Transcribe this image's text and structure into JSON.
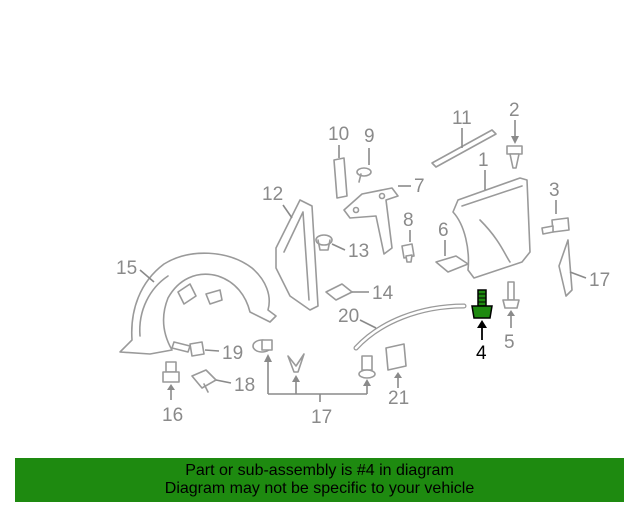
{
  "labels": {
    "p1": "1",
    "p2": "2",
    "p3": "3",
    "p4": "4",
    "p5": "5",
    "p6": "6",
    "p7": "7",
    "p8": "8",
    "p9": "9",
    "p10": "10",
    "p11": "11",
    "p12": "12",
    "p13": "13",
    "p14": "14",
    "p15": "15",
    "p16": "16",
    "p17a": "17",
    "p17b": "17",
    "p18": "18",
    "p19": "19",
    "p20": "20",
    "p21": "21"
  },
  "highlight": {
    "part": "4",
    "color": "#1e8a10"
  },
  "banner": {
    "line1": "Part or sub-assembly is #4 in diagram",
    "line2": "Diagram may not be specific to your vehicle",
    "background": "#1e8a10"
  }
}
